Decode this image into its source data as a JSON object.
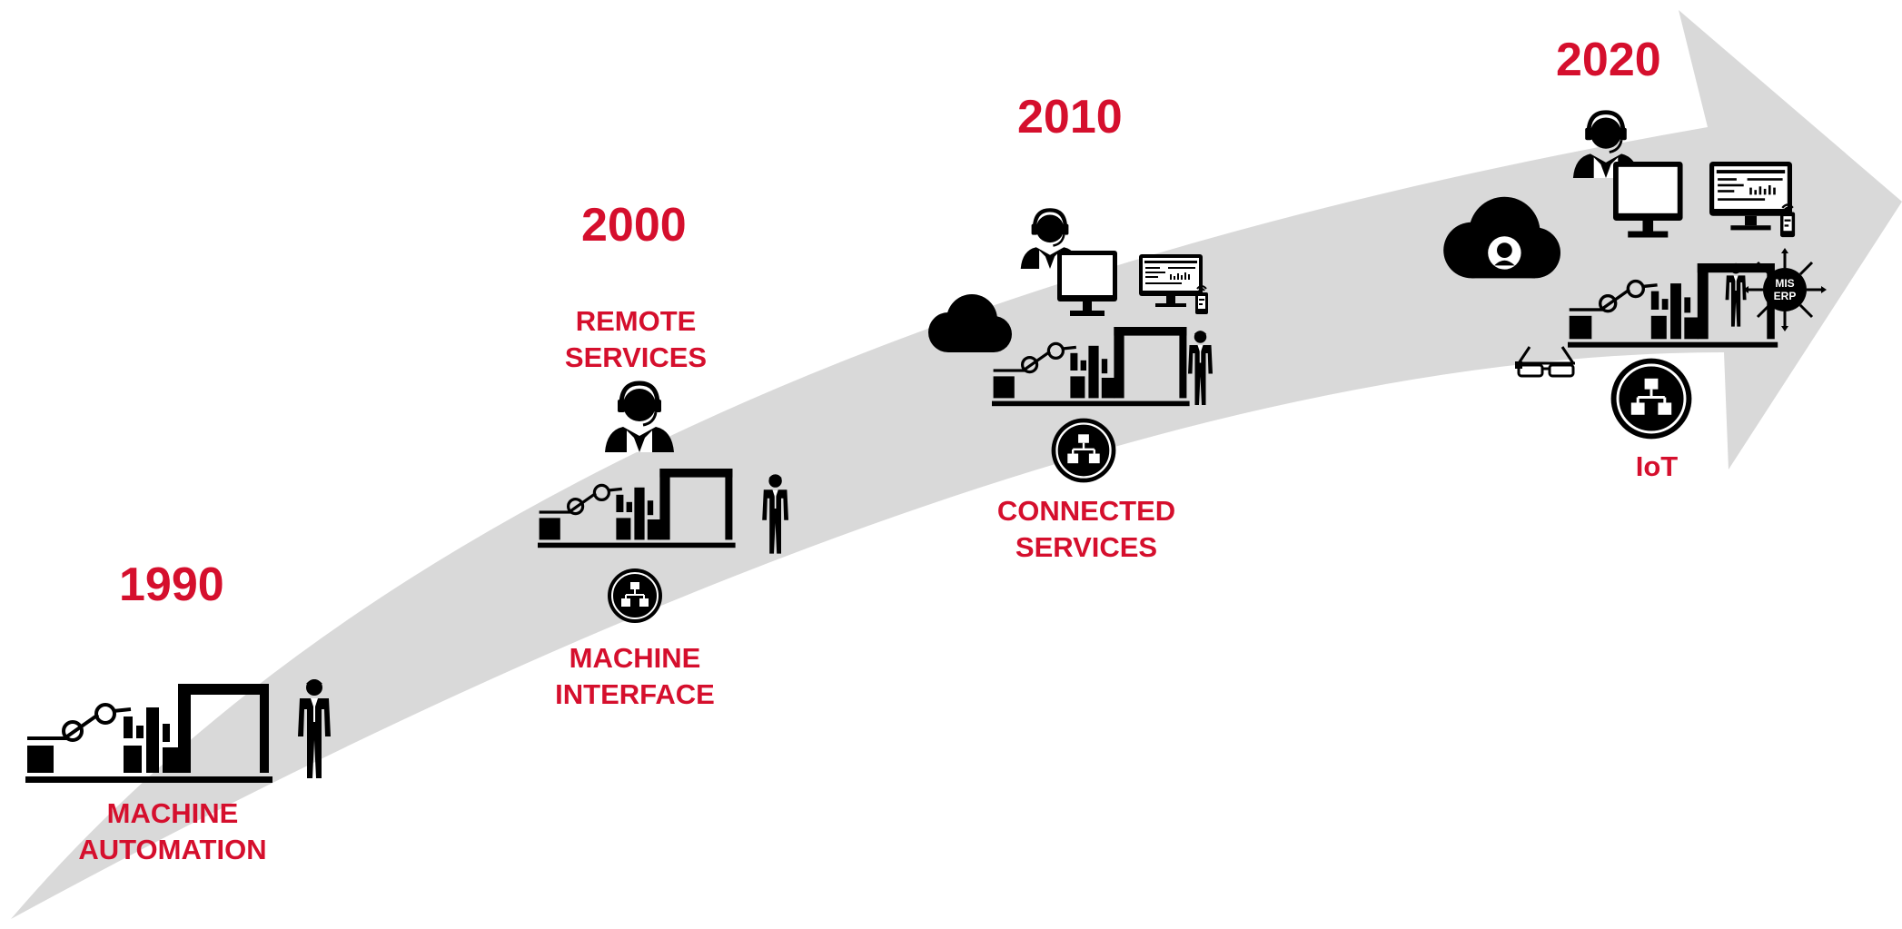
{
  "colors": {
    "accent": "#d50f2d",
    "arrow": "#d9d9d9",
    "icon": "#000000"
  },
  "stages": [
    {
      "year": "1990",
      "lines": [
        "MACHINE",
        "AUTOMATION"
      ],
      "icons": [
        "production-line-icon",
        "operator-icon"
      ]
    },
    {
      "year": "2000",
      "lines": [
        "REMOTE",
        "SERVICES",
        "MACHINE",
        "INTERFACE"
      ],
      "icons": [
        "support-agent-icon",
        "production-line-icon",
        "operator-icon",
        "network-icon"
      ]
    },
    {
      "year": "2010",
      "lines": [
        "CONNECTED",
        "SERVICES"
      ],
      "icons": [
        "cloud-icon",
        "support-agent-icon",
        "monitor-icon",
        "dashboard-monitor-icon",
        "phone-icon",
        "production-line-icon",
        "operator-icon",
        "network-icon"
      ]
    },
    {
      "year": "2020",
      "lines": [
        "IoT"
      ],
      "icons": [
        "ai-cloud-icon",
        "support-agent-icon",
        "monitor-icon",
        "dashboard-monitor-icon",
        "phone-icon",
        "production-line-icon",
        "operator-icon",
        "mis-erp-icon",
        "smart-glasses-icon",
        "network-icon"
      ]
    }
  ],
  "mis_erp": {
    "line1": "MIS",
    "line2": "ERP"
  }
}
